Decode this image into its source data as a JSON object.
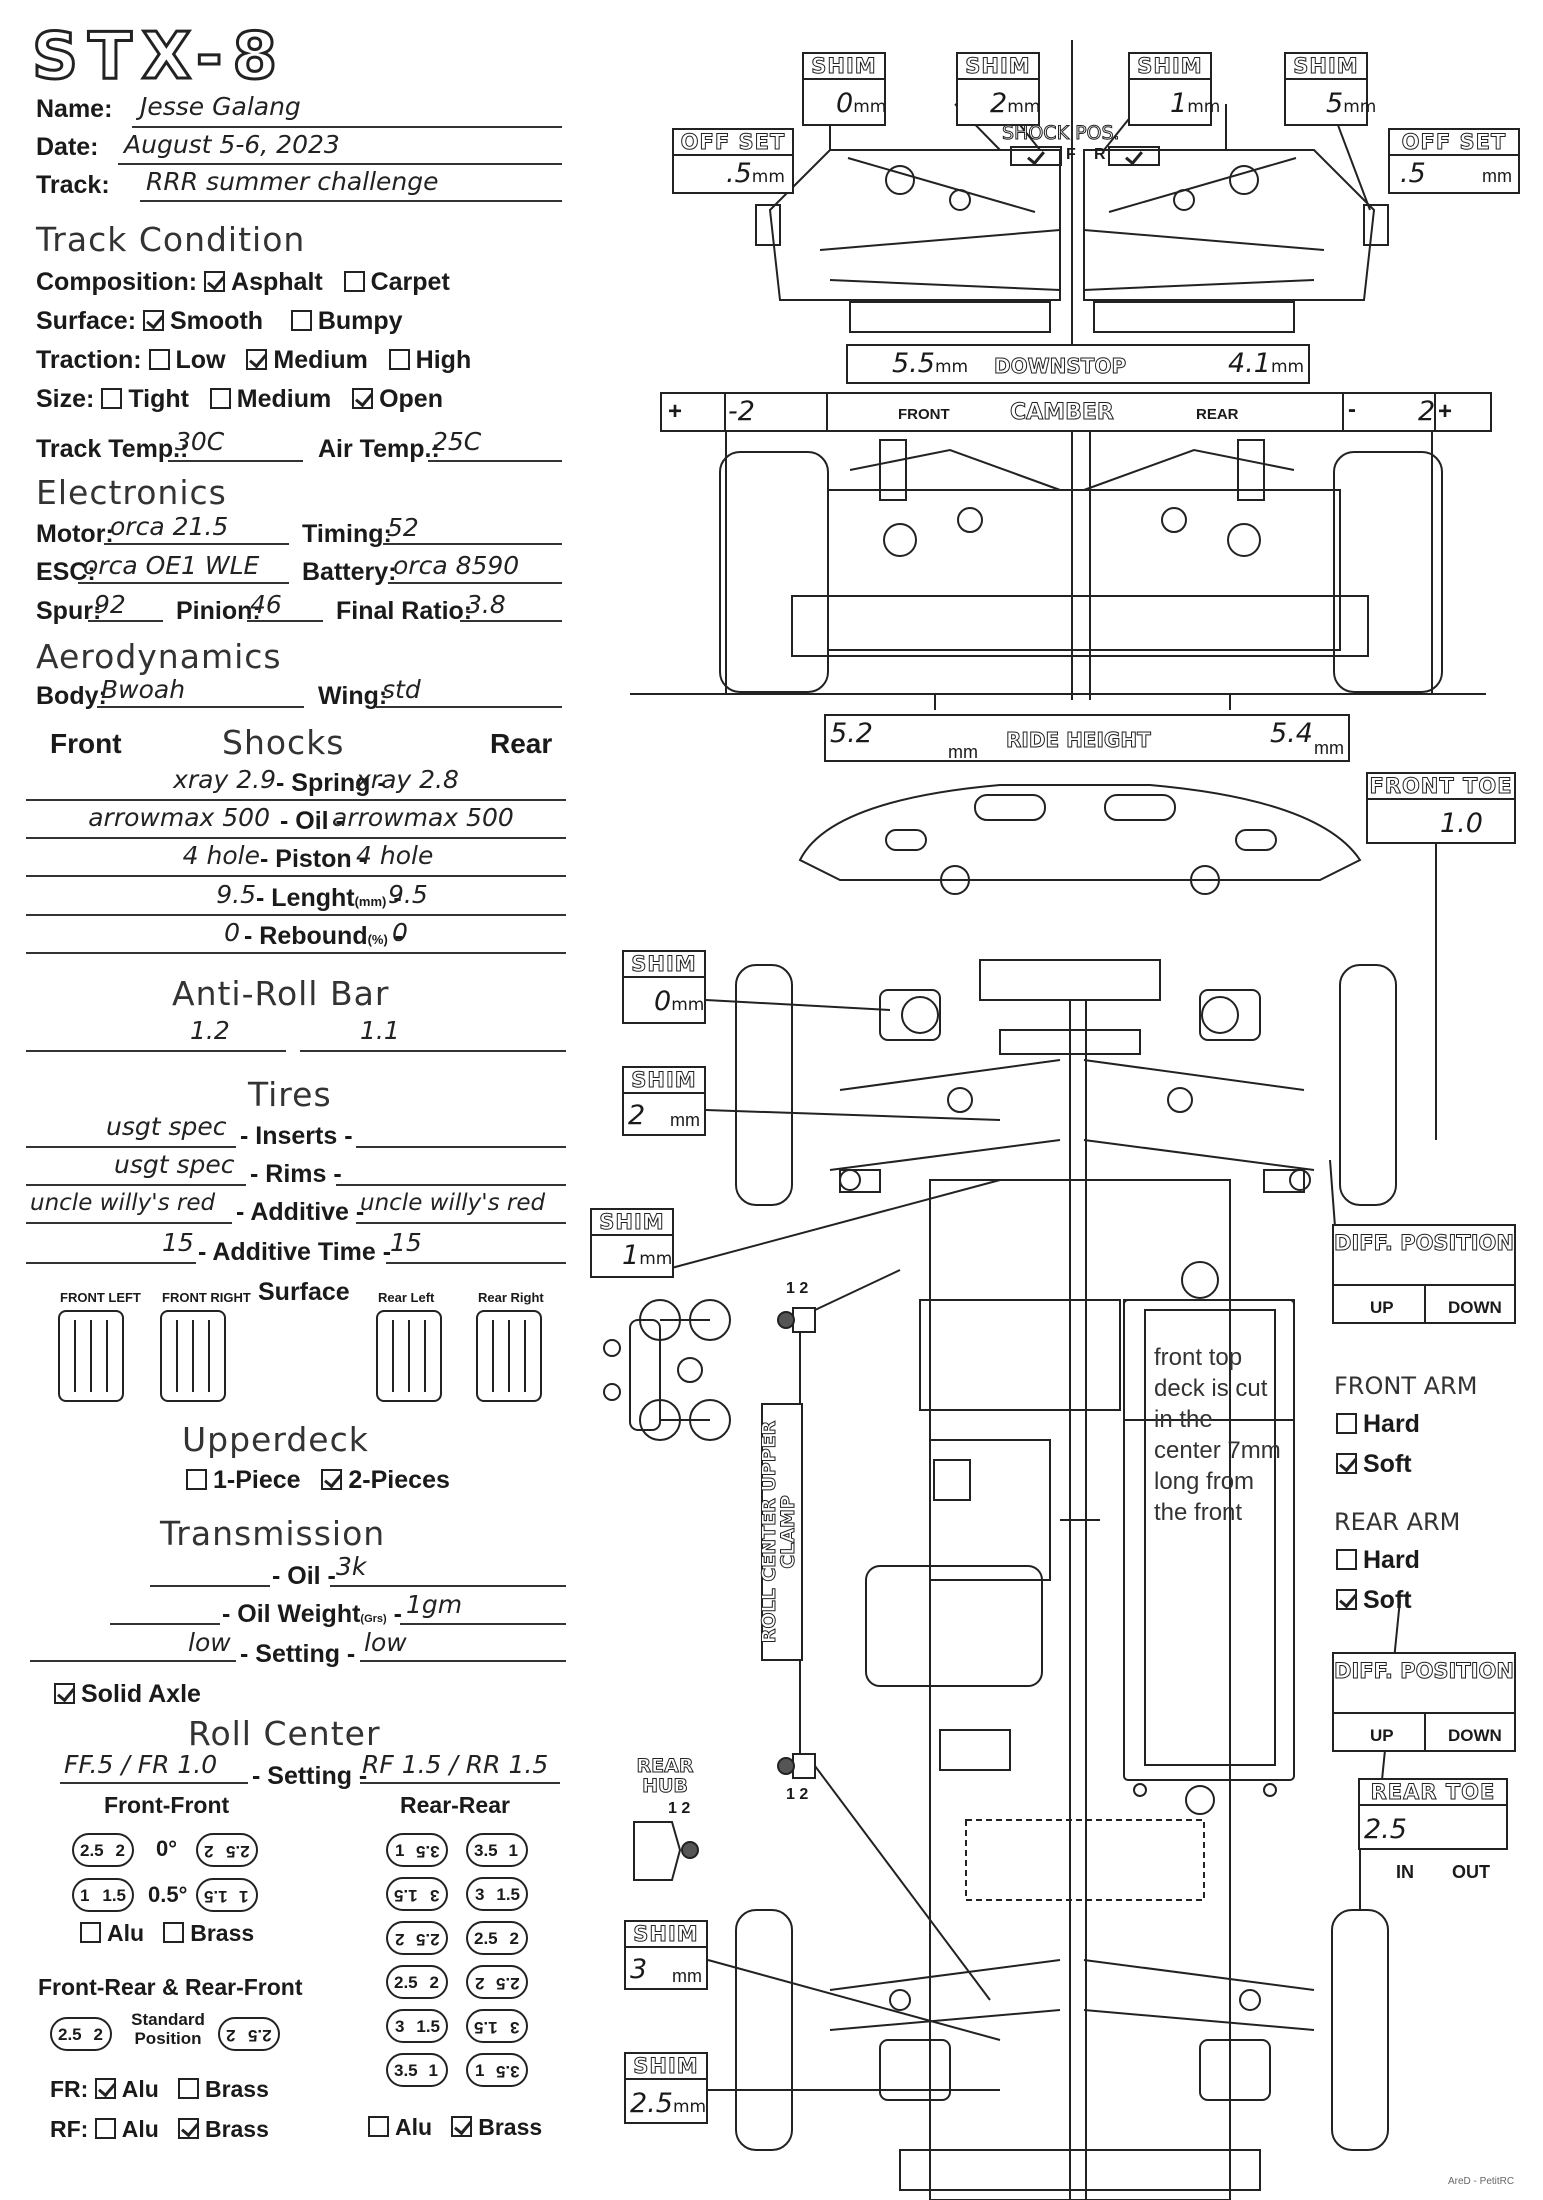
{
  "logo": "STX-8",
  "header": {
    "name_label": "Name:",
    "name": "Jesse Galang",
    "date_label": "Date:",
    "date": "August 5-6, 2023",
    "track_label": "Track:",
    "track": "RRR summer challenge"
  },
  "track_condition": {
    "title": "Track Condition",
    "composition_label": "Composition:",
    "composition_options": [
      "Asphalt",
      "Carpet"
    ],
    "surface_label": "Surface:",
    "surface_options": [
      "Smooth",
      "Bumpy"
    ],
    "traction_label": "Traction:",
    "traction_options": [
      "Low",
      "Medium",
      "High"
    ],
    "size_label": "Size:",
    "size_options": [
      "Tight",
      "Medium",
      "Open"
    ],
    "track_temp_label": "Track Temp.:",
    "track_temp": "30C",
    "air_temp_label": "Air Temp.:",
    "air_temp": "25C"
  },
  "electronics": {
    "title": "Electronics",
    "motor_label": "Motor:",
    "motor": "orca 21.5",
    "timing_label": "Timing:",
    "timing": "52",
    "esc_label": "ESC:",
    "esc": "orca OE1 WLE",
    "battery_label": "Battery:",
    "battery": "orca 8590",
    "spur_label": "Spur:",
    "spur": "92",
    "pinion_label": "Pinion:",
    "pinion": "46",
    "ratio_label": "Final Ratio:",
    "ratio": "3.8"
  },
  "aero": {
    "title": "Aerodynamics",
    "body_label": "Body:",
    "body": "Bwoah",
    "wing_label": "Wing:",
    "wing": "std"
  },
  "shocks": {
    "front_label": "Front",
    "title": "Shocks",
    "rear_label": "Rear",
    "rows": [
      {
        "label": "- Spring -",
        "front": "xray 2.9",
        "rear": "xray 2.8"
      },
      {
        "label": "- Oil -",
        "front": "arrowmax 500",
        "rear": "arrowmax 500"
      },
      {
        "label": "- Piston -",
        "front": "4 hole",
        "rear": "4 hole"
      },
      {
        "label": "- Lenght",
        "unit": "(mm)",
        "suffix": " -",
        "front": "9.5",
        "rear": "9.5"
      },
      {
        "label": "- Rebound",
        "unit": "(%)",
        "suffix": " -",
        "front": "0",
        "rear": "0"
      }
    ]
  },
  "arb": {
    "title": "Anti-Roll Bar",
    "front": "1.2",
    "rear": "1.1"
  },
  "tires": {
    "title": "Tires",
    "rows": [
      {
        "label": "- Inserts -",
        "front": "usgt spec",
        "rear": ""
      },
      {
        "label": "- Rims -",
        "front": "usgt spec",
        "rear": ""
      },
      {
        "label": "- Additive -",
        "front": "uncle willy's red",
        "rear": "uncle willy's red"
      },
      {
        "label": "- Additive Time -",
        "front": "15",
        "rear": "15"
      }
    ],
    "surface_title": "Surface",
    "fl": "FRONT LEFT",
    "fr": "FRONT RIGHT",
    "rl": "Rear Left",
    "rr": "Rear Right"
  },
  "upperdeck": {
    "title": "Upperdeck",
    "options": [
      "1-Piece",
      "2-Pieces"
    ]
  },
  "transmission": {
    "title": "Transmission",
    "oil_label": "- Oil -",
    "oil": "3k",
    "weight_label": "- Oil Weight",
    "weight_unit": "(Grs)",
    "weight": "1gm",
    "setting_label": "- Setting -",
    "setting_front": "low",
    "setting_rear": "low",
    "solid_axle": "Solid Axle"
  },
  "roll_center": {
    "title": "Roll Center",
    "setting_front": "FF.5 / FR 1.0",
    "setting_label": "- Setting -",
    "setting_rear": "RF 1.5 / RR 1.5",
    "ff_label": "Front-Front",
    "rr_label": "Rear-Rear",
    "deg0": "0°",
    "deg05": "0.5°",
    "alu": "Alu",
    "brass": "Brass",
    "frrf_label": "Front-Rear & Rear-Front",
    "std_pos": "Standard Position",
    "fr_label": "FR:",
    "rf_label": "RF:",
    "pill_a": "2.5",
    "pill_b": "2",
    "pill_c": "3.5",
    "pill_d": "1",
    "pill_e": "3",
    "pill_f": "1.5"
  },
  "diagram": {
    "shim": "SHIM",
    "mm": "mm",
    "shim_top": [
      "0",
      "2",
      "1",
      "5"
    ],
    "offset": "OFF SET",
    "offset_left": ".5",
    "offset_right": ".5",
    "shock_pos": "SHOCK POS.",
    "f": "F",
    "r": "R",
    "downstop": "DOWNSTOP",
    "downstop_front": "5.5",
    "downstop_rear": "4.1",
    "camber": "CAMBER",
    "camber_front_lbl": "FRONT",
    "camber_rear_lbl": "REAR",
    "camber_front": "-2",
    "camber_rear": "2",
    "plus": "+",
    "minus": "-",
    "ride_height": "RIDE HEIGHT",
    "rh_front": "5.2",
    "rh_rear": "5.4",
    "front_toe": "FRONT TOE",
    "front_toe_val": "1.0",
    "shim_side": [
      "0",
      "2",
      "1",
      "3",
      "2.5"
    ],
    "diff_position": "DIFF. POSITION",
    "up": "UP",
    "down": "DOWN",
    "front_arm": "FRONT ARM",
    "rear_arm": "REAR ARM",
    "hard": "Hard",
    "soft": "Soft",
    "rear_toe": "REAR TOE",
    "rear_toe_val": "2.5",
    "in": "IN",
    "out": "OUT",
    "rear_hub": "REAR HUB",
    "one_two": "1 2",
    "rc_clamp": "ROLL CENTER UPPER CLAMP",
    "note": "front top deck is cut in the center 7mm long from the front",
    "credit": "AreD - PetitRC"
  }
}
